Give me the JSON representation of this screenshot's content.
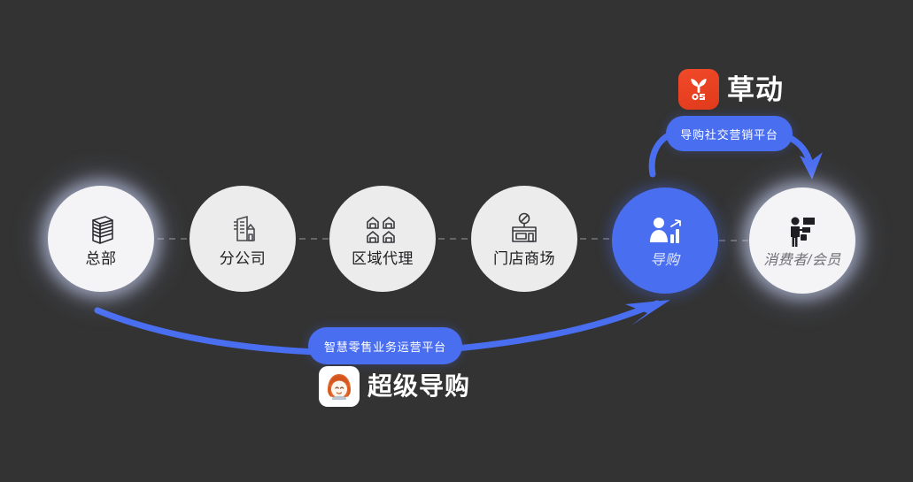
{
  "canvas": {
    "background": "#333333",
    "accent": "#4a6ef0",
    "circle_fill": "#ececec",
    "brand_red": "#f04a2a"
  },
  "flow": {
    "nodes": [
      {
        "id": "hq",
        "label": "总部",
        "icon": "office-tower-icon",
        "style": "glow"
      },
      {
        "id": "branch",
        "label": "分公司",
        "icon": "branch-building-icon",
        "style": "plain"
      },
      {
        "id": "regional",
        "label": "区域代理",
        "icon": "warehouse-icon",
        "style": "plain"
      },
      {
        "id": "store",
        "label": "门店商场",
        "icon": "storefront-icon",
        "style": "plain"
      },
      {
        "id": "guide",
        "label": "导购",
        "icon": "sales-person-icon",
        "style": "accent"
      },
      {
        "id": "consumer",
        "label": "消费者/会员",
        "icon": "consumer-icon",
        "style": "glow"
      }
    ]
  },
  "pills": {
    "top": "导购社交营销平台",
    "bottom": "智慧零售业务运营平台"
  },
  "brands": {
    "top": {
      "name": "草动",
      "mark": "sprout-logo-icon"
    },
    "bottom": {
      "name": "超级导购",
      "mark": "girl-avatar-logo-icon"
    }
  }
}
